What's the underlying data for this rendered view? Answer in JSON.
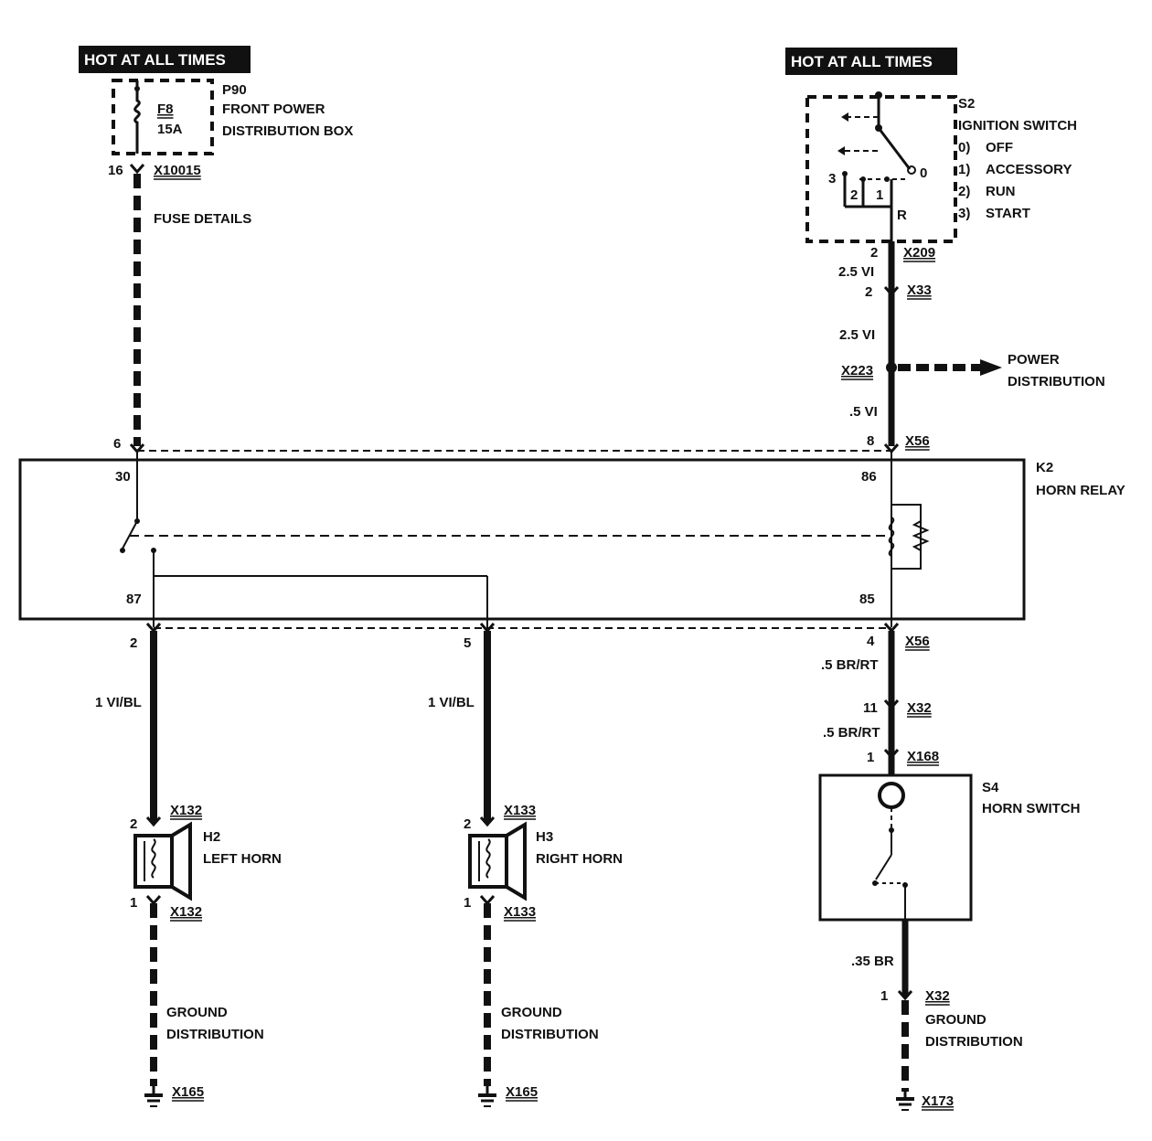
{
  "hot_label": "HOT AT ALL TIMES",
  "p90": {
    "id": "P90",
    "line1": "FRONT POWER",
    "line2": "DISTRIBUTION BOX",
    "fuse": "F8",
    "rating": "15A",
    "pin": "16",
    "connector": "X10015",
    "note": "FUSE DETAILS"
  },
  "s2": {
    "id": "S2",
    "name": "IGNITION SWITCH",
    "positions": [
      {
        "num": "0)",
        "label": "OFF"
      },
      {
        "num": "1)",
        "label": "ACCESSORY"
      },
      {
        "num": "2)",
        "label": "RUN"
      },
      {
        "num": "3)",
        "label": "START"
      }
    ],
    "contact_3": "3",
    "contact_2": "2",
    "contact_1": "1",
    "contact_0": "0",
    "contact_r": "R",
    "pin": "2",
    "connector": "X209"
  },
  "ign_wire": {
    "gauge1": "2.5 VI",
    "x33_pin": "2",
    "x33": "X33",
    "gauge2": "2.5 VI",
    "splice": "X223",
    "power_dist_1": "POWER",
    "power_dist_2": "DISTRIBUTION",
    "gauge3": ".5 VI"
  },
  "k2": {
    "id": "K2",
    "name": "HORN RELAY",
    "x56_top_left_pin": "6",
    "x56_top_right_pin": "8",
    "x56_top": "X56",
    "pin30": "30",
    "pin86": "86",
    "pin87": "87",
    "pin85": "85",
    "x56_bot_pin_left": "2",
    "x56_bot_pin_mid": "5",
    "x56_bot_pin_right": "4",
    "x56_bot": "X56"
  },
  "left_horn": {
    "wire": "1 VI/BL",
    "top_pin": "2",
    "top_conn": "X132",
    "id": "H2",
    "name": "LEFT HORN",
    "bot_pin": "1",
    "bot_conn": "X132",
    "ground1": "GROUND",
    "ground2": "DISTRIBUTION",
    "ground_conn": "X165"
  },
  "right_horn": {
    "wire": "1 VI/BL",
    "top_pin": "2",
    "top_conn": "X133",
    "id": "H3",
    "name": "RIGHT HORN",
    "bot_pin": "1",
    "bot_conn": "X133",
    "ground1": "GROUND",
    "ground2": "DISTRIBUTION",
    "ground_conn": "X165"
  },
  "horn_switch": {
    "wire1": ".5 BR/RT",
    "x32_pin": "11",
    "x32": "X32",
    "wire2": ".5 BR/RT",
    "x168_pin": "1",
    "x168": "X168",
    "id": "S4",
    "name": "HORN SWITCH",
    "wire3": ".35 BR",
    "gnd_pin": "1",
    "gnd_conn": "X32",
    "ground1": "GROUND",
    "ground2": "DISTRIBUTION",
    "ground_conn": "X173"
  }
}
